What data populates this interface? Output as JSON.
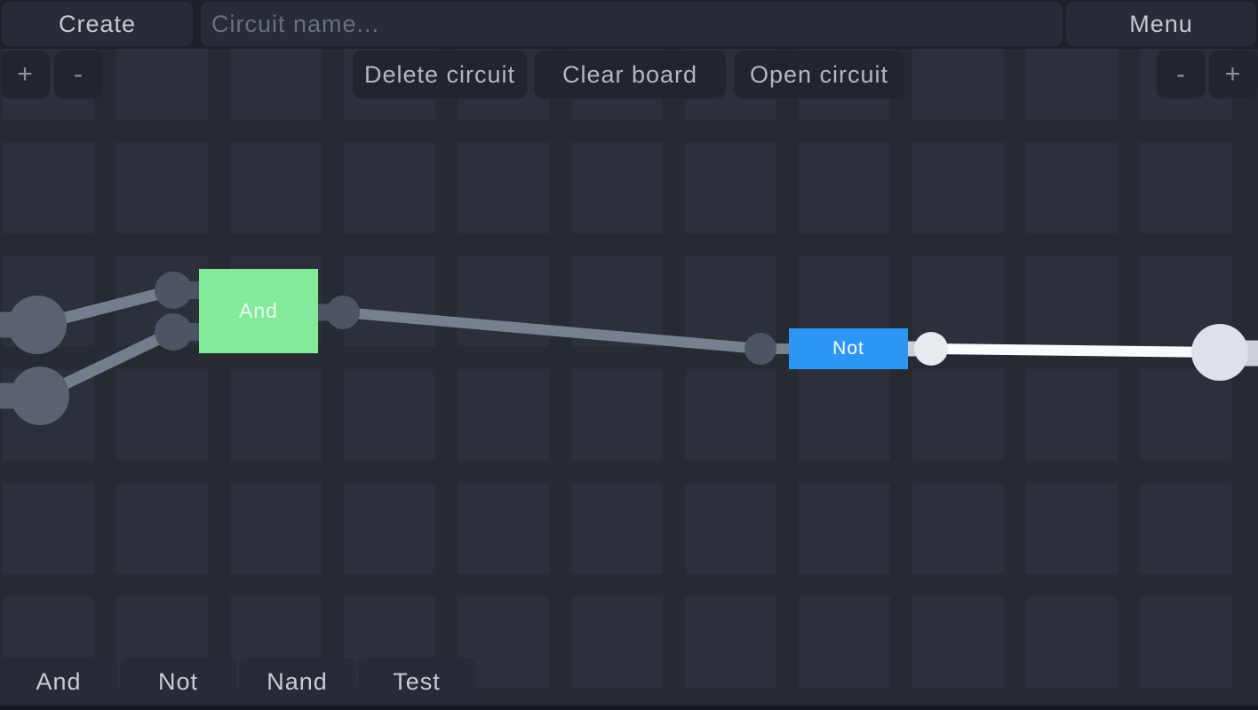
{
  "header": {
    "create_label": "Create",
    "circuit_name_placeholder": "Circuit name...",
    "menu_label": "Menu"
  },
  "zoom_controls": {
    "zoom_in": "+",
    "zoom_out": "-"
  },
  "toolbar": {
    "delete_circuit": "Delete circuit",
    "clear_board": "Clear board",
    "open_circuit": "Open circuit"
  },
  "palette": {
    "items": [
      {
        "label": "And"
      },
      {
        "label": "Not"
      },
      {
        "label": "Nand"
      },
      {
        "label": "Test"
      }
    ]
  },
  "circuit": {
    "gates": [
      {
        "label": "And",
        "type": "and",
        "color": "#82ea98",
        "state": "off"
      },
      {
        "label": "Not",
        "type": "not",
        "color": "#2d96f4",
        "state": "on"
      }
    ],
    "colors": {
      "wire_off": "#77808f",
      "wire_input": "#747d8d",
      "wire_on": "#fafbfc",
      "stub_on": "#ccd1d9",
      "node_off": "#4d5565",
      "node_large_off": "#5a6272",
      "node_on": "#e7eaef",
      "node_large_on": "#dde1e9",
      "background": "#2b303a",
      "grid_line": "#262a33"
    }
  }
}
